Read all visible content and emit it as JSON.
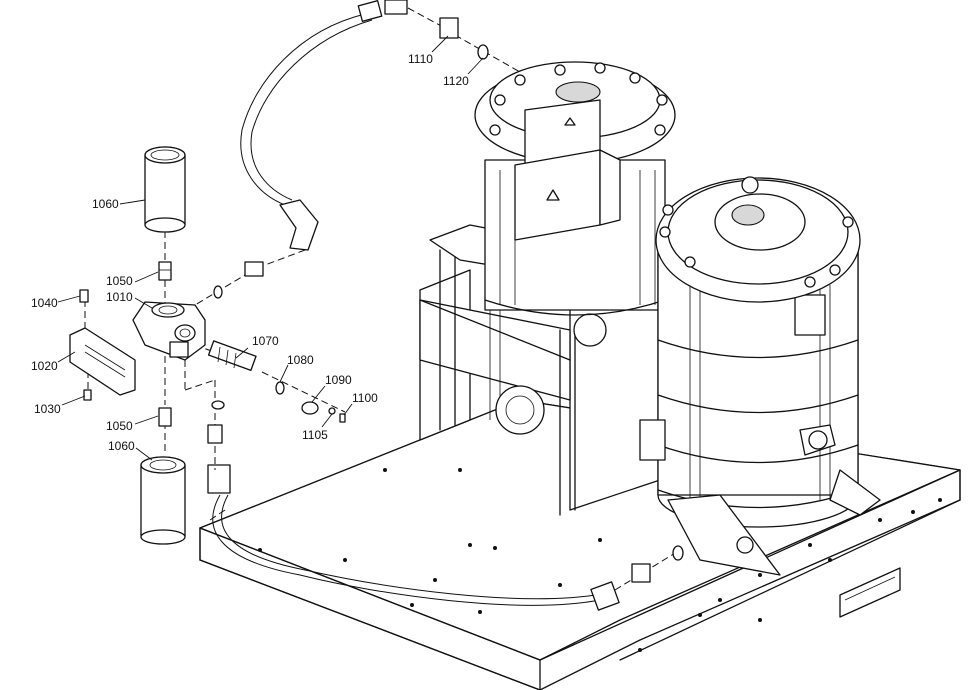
{
  "callouts": [
    {
      "id": "1010",
      "label": "1010"
    },
    {
      "id": "1020",
      "label": "1020"
    },
    {
      "id": "1030",
      "label": "1030"
    },
    {
      "id": "1040",
      "label": "1040"
    },
    {
      "id": "1050a",
      "label": "1050"
    },
    {
      "id": "1050b",
      "label": "1050"
    },
    {
      "id": "1060a",
      "label": "1060"
    },
    {
      "id": "1060b",
      "label": "1060"
    },
    {
      "id": "1070",
      "label": "1070"
    },
    {
      "id": "1080",
      "label": "1080"
    },
    {
      "id": "1090",
      "label": "1090"
    },
    {
      "id": "1100",
      "label": "1100"
    },
    {
      "id": "1105",
      "label": "1105"
    },
    {
      "id": "1110",
      "label": "1110"
    },
    {
      "id": "1120",
      "label": "1120"
    }
  ]
}
